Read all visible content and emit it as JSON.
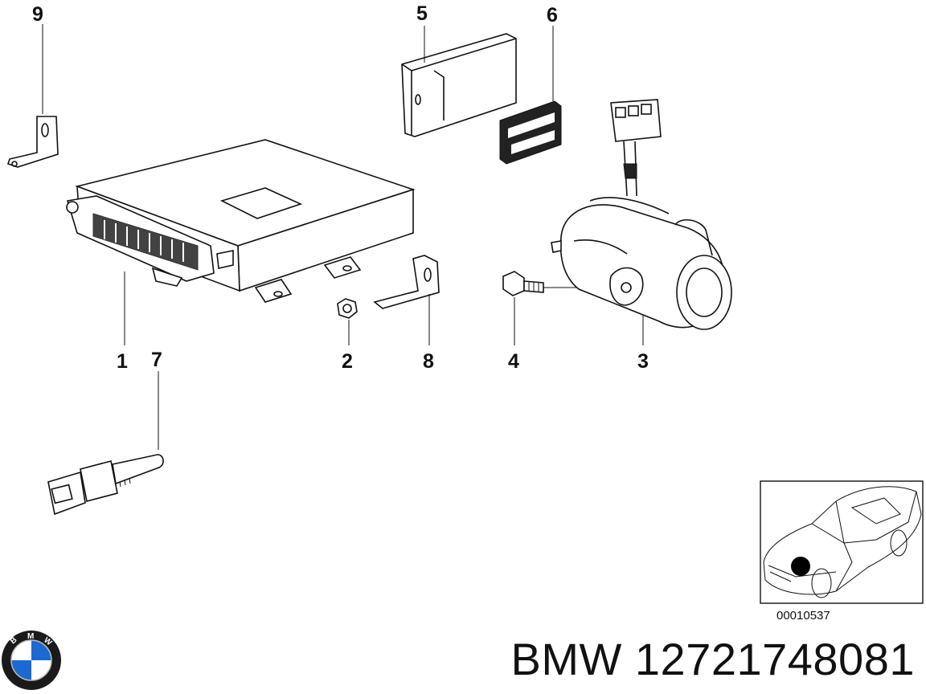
{
  "callouts": {
    "c1": "1",
    "c2": "2",
    "c3": "3",
    "c4": "4",
    "c5": "5",
    "c6": "6",
    "c7": "7",
    "c8": "8",
    "c9": "9"
  },
  "inset": {
    "ref_number": "00010537"
  },
  "logo": {
    "letters": "BMW",
    "colors": {
      "blue": "#1c69d4",
      "ring": "#1a1a1a"
    }
  },
  "footer": {
    "part_number": "BMW 12721748081"
  }
}
